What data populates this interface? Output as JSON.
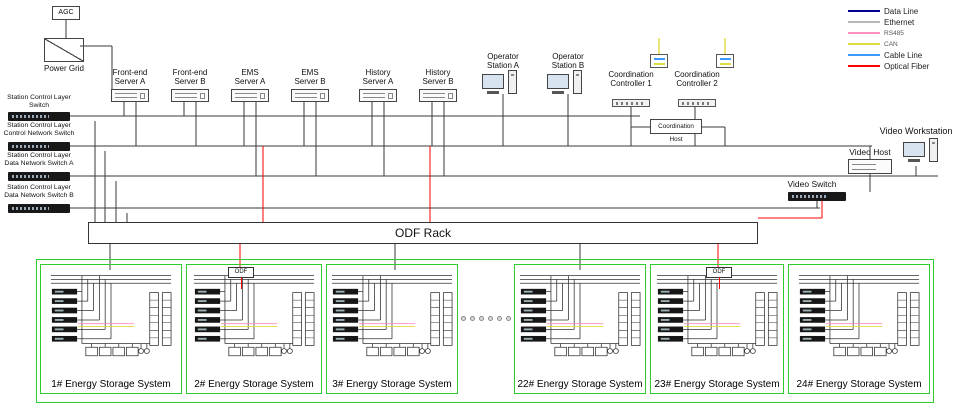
{
  "legend": {
    "items": [
      {
        "label": "Data Line",
        "color": "#00008b"
      },
      {
        "label": "Ethernet",
        "color": "#b8b8b8"
      },
      {
        "label": "RS485",
        "color": "#ff8fc0"
      },
      {
        "label": "CAN",
        "color": "#e0dc3c"
      },
      {
        "label": "Cable Line",
        "color": "#3b99ff"
      },
      {
        "label": "Optical Fiber",
        "color": "#ff0000"
      }
    ]
  },
  "grid": {
    "agc_label": "AGC",
    "power_grid_label": "Power Grid"
  },
  "servers": [
    {
      "label": "Front-end Server A"
    },
    {
      "label": "Front-end Server B"
    },
    {
      "label": "EMS Server A"
    },
    {
      "label": "EMS Server B"
    },
    {
      "label": "History Server A"
    },
    {
      "label": "History Server B"
    }
  ],
  "stations": [
    {
      "label": "Operator Station A"
    },
    {
      "label": "Operator Station B"
    }
  ],
  "controllers": [
    {
      "label": "Coordination Controller 1"
    },
    {
      "label": "Coordination Controller 2"
    }
  ],
  "coordination_host_label": "Coordination Host",
  "switches": [
    {
      "label": "Station Control Layer Switch"
    },
    {
      "label": "Station Control Layer Control Network Switch"
    },
    {
      "label": "Station Control Layer Data Network Switch A"
    },
    {
      "label": "Station Control Layer Data Network Switch B"
    }
  ],
  "video": {
    "workstation_label": "Video Workstation",
    "host_label": "Video Host",
    "switch_label": "Video Switch"
  },
  "odf_rack_label": "ODF Rack",
  "mini_odf_label": "ODF",
  "storage_systems": [
    {
      "label": "1# Energy Storage System"
    },
    {
      "label": "2# Energy Storage System"
    },
    {
      "label": "3# Energy Storage System"
    },
    {
      "label": "22# Energy Storage System"
    },
    {
      "label": "23# Energy Storage System"
    },
    {
      "label": "24# Energy Storage System"
    }
  ]
}
